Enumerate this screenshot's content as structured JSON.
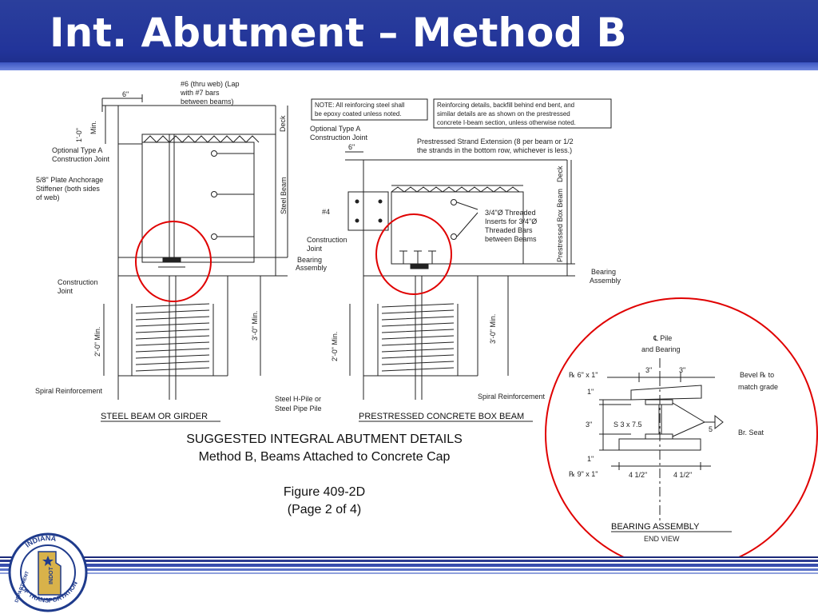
{
  "slide": {
    "title": "Int. Abutment – Method B",
    "colors": {
      "band": "#2b3f9c",
      "highlight": "#e00000",
      "stripe": "#2e3d92"
    }
  },
  "drawing": {
    "caption_line1": "SUGGESTED INTEGRAL ABUTMENT DETAILS",
    "caption_line2": "Method B, Beams Attached to Concrete Cap",
    "figure_number": "Figure 409-2D",
    "page_note": "(Page 2 of 4)",
    "steel": {
      "heading": "STEEL BEAM OR GIRDER",
      "rebar_note": [
        "#6 (thru web) (Lap",
        "with #7 bars",
        "between beams)"
      ],
      "dim_6in": "6\"",
      "dim_1ft_min": "1'-0\"",
      "min_label": "Min.",
      "deck": "Deck",
      "optional_joint": [
        "Optional Type A",
        "Construction Joint"
      ],
      "plate_note": [
        "5/8\" Plate Anchorage",
        "Stiffener (both sides",
        "of web)"
      ],
      "steel_beam": "Steel Beam",
      "bearing_assembly": [
        "Bearing",
        "Assembly"
      ],
      "construction_joint": [
        "Construction",
        "Joint"
      ],
      "dim_3ft_min": "3'-0\" Min.",
      "dim_2ft_min": "2'-0\" Min.",
      "spiral": "Spiral Reinforcement",
      "pile": [
        "Steel H-Pile or",
        "Steel Pipe Pile"
      ]
    },
    "box": {
      "heading": "PRESTRESSED CONCRETE BOX BEAM",
      "note_epoxy": [
        "NOTE: All reinforcing steel shall",
        "be epoxy coated unless noted."
      ],
      "note_details": [
        "Reinforcing details, backfill behind end bent, and",
        "similar details are as shown on the prestressed",
        "concrete I-beam section, unless otherwise noted."
      ],
      "optional_joint": [
        "Optional Type A",
        "Construction Joint"
      ],
      "strand_note": [
        "Prestressed Strand Extension (8 per beam or 1/2",
        "the strands in the bottom row, whichever is less.)"
      ],
      "dim_6in": "6\"",
      "bar_4": "#4",
      "threaded": [
        "3/4\"Ø Threaded",
        "Inserts for 3/4\"Ø",
        "Threaded Bars",
        "between Beams"
      ],
      "construction_joint": [
        "Construction",
        "Joint"
      ],
      "deck": "Deck",
      "box_beam": "Prestressed Box Beam",
      "bearing_assembly": [
        "Bearing",
        "Assembly"
      ],
      "dim_3ft_min": "3'-0\" Min.",
      "dim_2ft_min": "2'-0\" Min.",
      "spiral": "Spiral Reinforcement"
    },
    "bearing": {
      "cl_pile": "℄ Pile",
      "and_bearing": "and Bearing",
      "dim_3a": "3\"",
      "dim_3b": "3\"",
      "plate_top": "℞ 6\" x 1\"",
      "dim_1a": "1\"",
      "bevel": [
        "Bevel ℞ to",
        "match grade"
      ],
      "dim_3c": "3\"",
      "beam_size": "S 3 x 7.5",
      "weld": "5",
      "seat": "Br. Seat",
      "dim_1b": "1\"",
      "plate_bot": "℞ 9\" x 1\"",
      "dim_4a": "4 1/2\"",
      "dim_4b": "4 1/2\"",
      "heading": "BEARING ASSEMBLY",
      "sub": "END VIEW"
    }
  },
  "logo": {
    "top": "INDIANA",
    "left": "DEPARTMENT",
    "bottom": "OF TRANSPORTATION",
    "center": "INDOT"
  }
}
